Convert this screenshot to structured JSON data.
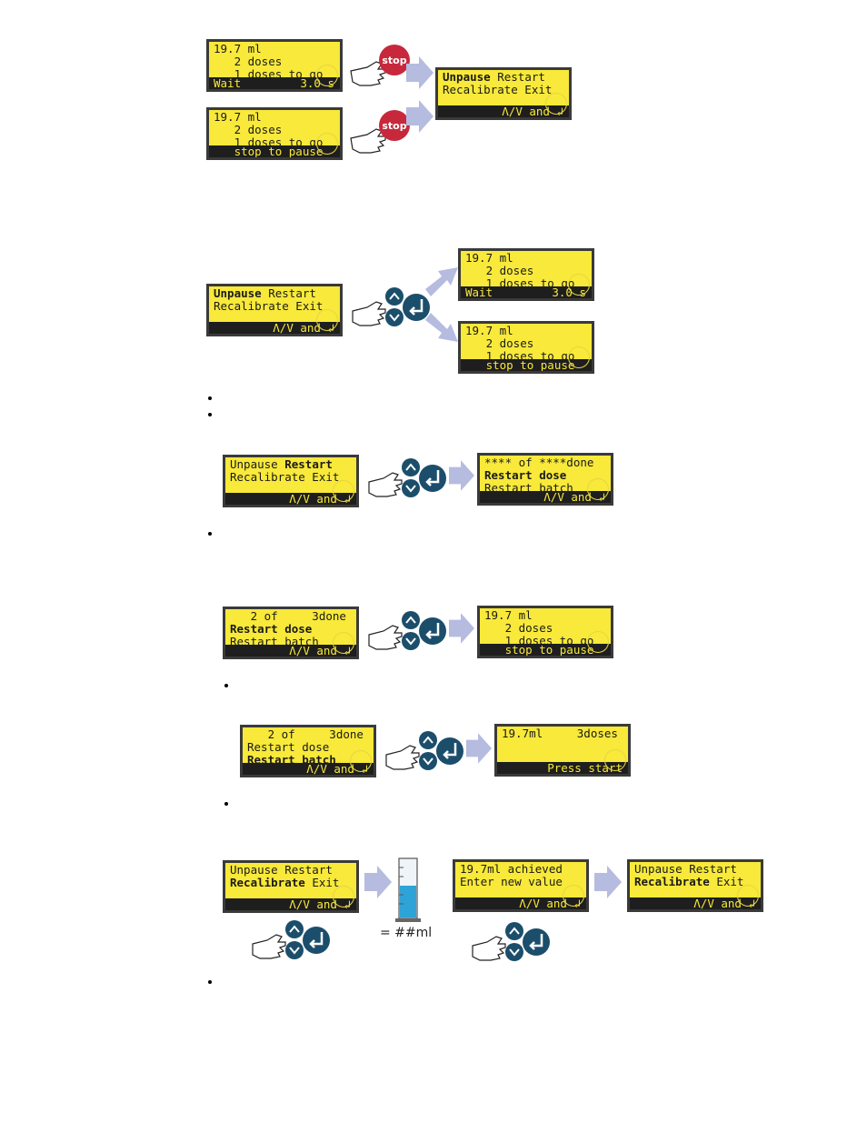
{
  "screens": {
    "s1": {
      "r0": "19.7 ml",
      "r1": "   2 doses",
      "r2": "   1 doses to go",
      "bar_l": "Wait",
      "bar_r": "3.0 s"
    },
    "s2": {
      "r0": "19.7 ml",
      "r1": "   2 doses",
      "r2": "   1 doses to go",
      "bar_l": "   stop to pause",
      "bar_r": ""
    },
    "s3": {
      "r0_b": "Unpause",
      "r0": " Restart",
      "r1": "Recalibrate Exit",
      "bar_l": "",
      "bar_r": "Λ/V and ↲"
    },
    "s4": {
      "r0_b": "Unpause",
      "r0": " Restart",
      "r1": "Recalibrate Exit",
      "bar_l": "",
      "bar_r": "Λ/V and ↲"
    },
    "s5": {
      "r0": "19.7 ml",
      "r1": "   2 doses",
      "r2": "   1 doses to go",
      "bar_l": "Wait",
      "bar_r": "3.0 s"
    },
    "s6": {
      "r0": "19.7 ml",
      "r1": "   2 doses",
      "r2": "   1 doses to go",
      "bar_l": "   stop to pause",
      "bar_r": ""
    },
    "s7": {
      "r0": "Unpause ",
      "r0_b": "Restart",
      "r1": "Recalibrate Exit",
      "bar_l": "",
      "bar_r": "Λ/V and ↲"
    },
    "s8": {
      "r0": "**** of ****done",
      "r1_b": "Restart dose",
      "r2": "Restart batch",
      "bar_l": "",
      "bar_r": "Λ/V and ↲"
    },
    "s9": {
      "r0": "   2 of     3done",
      "r1_b": "Restart dose",
      "r2": "Restart batch",
      "bar_l": "",
      "bar_r": "Λ/V and ↲"
    },
    "s10": {
      "r0": "19.7 ml",
      "r1": "   2 doses",
      "r2": "   1 doses to go",
      "bar_l": "   stop to pause",
      "bar_r": ""
    },
    "s11": {
      "r0": "   2 of     3done",
      "r1": "Restart dose",
      "r2_b": "Restart batch",
      "bar_l": "",
      "bar_r": "Λ/V and ↲"
    },
    "s12": {
      "r0": "19.7ml     3doses",
      "r1": "",
      "r2": "",
      "bar_l": "",
      "bar_r": "Press start"
    },
    "s13": {
      "r0": "Unpause Restart",
      "r1_b": "Recalibrate",
      "r1": " Exit",
      "bar_l": "",
      "bar_r": "Λ/V and ↲"
    },
    "s14": {
      "r0": "19.7ml achieved",
      "r1": "Enter new value",
      "r2": "",
      "bar_l": "",
      "bar_r": "Λ/V and ↲"
    },
    "s15": {
      "r0": "Unpause Restart",
      "r1_b": "Recalibrate",
      "r1": " Exit",
      "bar_l": "",
      "bar_r": "Λ/V and ↲"
    }
  },
  "buttons": {
    "stop_label": "stop"
  },
  "measure": {
    "label": "= ##ml"
  },
  "colors": {
    "lcd": "#f8e93a",
    "stop": "#c8283c",
    "nav": "#1b4e6b",
    "arrow": "#b6bbe0"
  }
}
